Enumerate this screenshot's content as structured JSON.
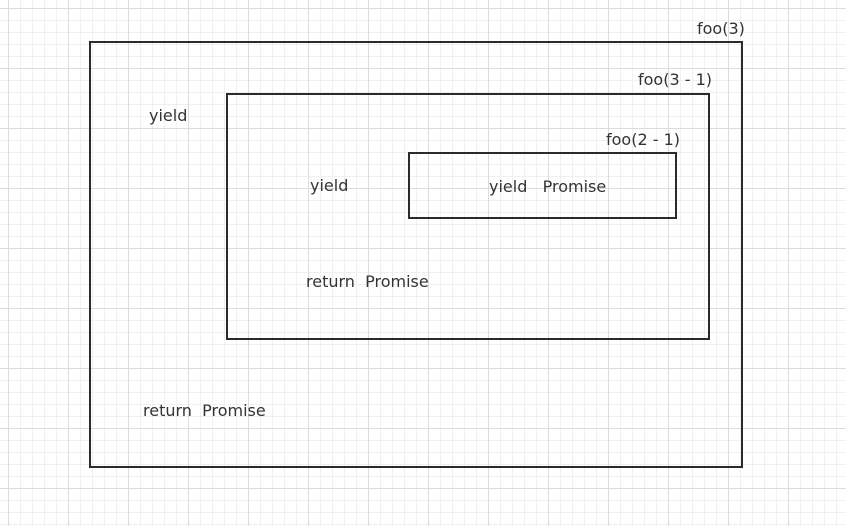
{
  "outer": {
    "title": "foo(3)",
    "yield_text": "yield",
    "return_text": "return  Promise"
  },
  "middle": {
    "title": "foo(3 - 1)",
    "yield_text": "yield",
    "return_text": "return  Promise"
  },
  "inner": {
    "title": "foo(2 - 1)",
    "body_text": "yield   Promise"
  },
  "colors": {
    "stroke": "#2b2b2b",
    "text": "#333333",
    "grid": "#dcdcdc"
  }
}
